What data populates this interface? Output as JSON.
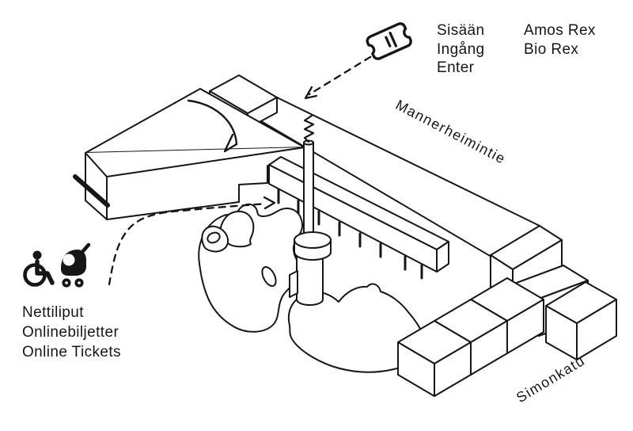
{
  "map": {
    "entrance_label": {
      "line1": "Sisään",
      "line2": "Ingång",
      "line3": "Enter"
    },
    "venue_label": {
      "line1": "Amos Rex",
      "line2": "Bio Rex"
    },
    "online_tickets_label": {
      "line1": "Nettiliput",
      "line2": "Onlinebiljetter",
      "line3": "Online Tickets"
    },
    "street_labels": {
      "mannerheimintie": "Mannerheimintie",
      "simonkatu": "Simonkatu"
    },
    "icons": {
      "entrance": "ticket-icon",
      "accessibility": "wheelchair-icon",
      "stroller": "stroller-icon"
    },
    "colors": {
      "ink": "#161616",
      "background": "#ffffff"
    }
  }
}
